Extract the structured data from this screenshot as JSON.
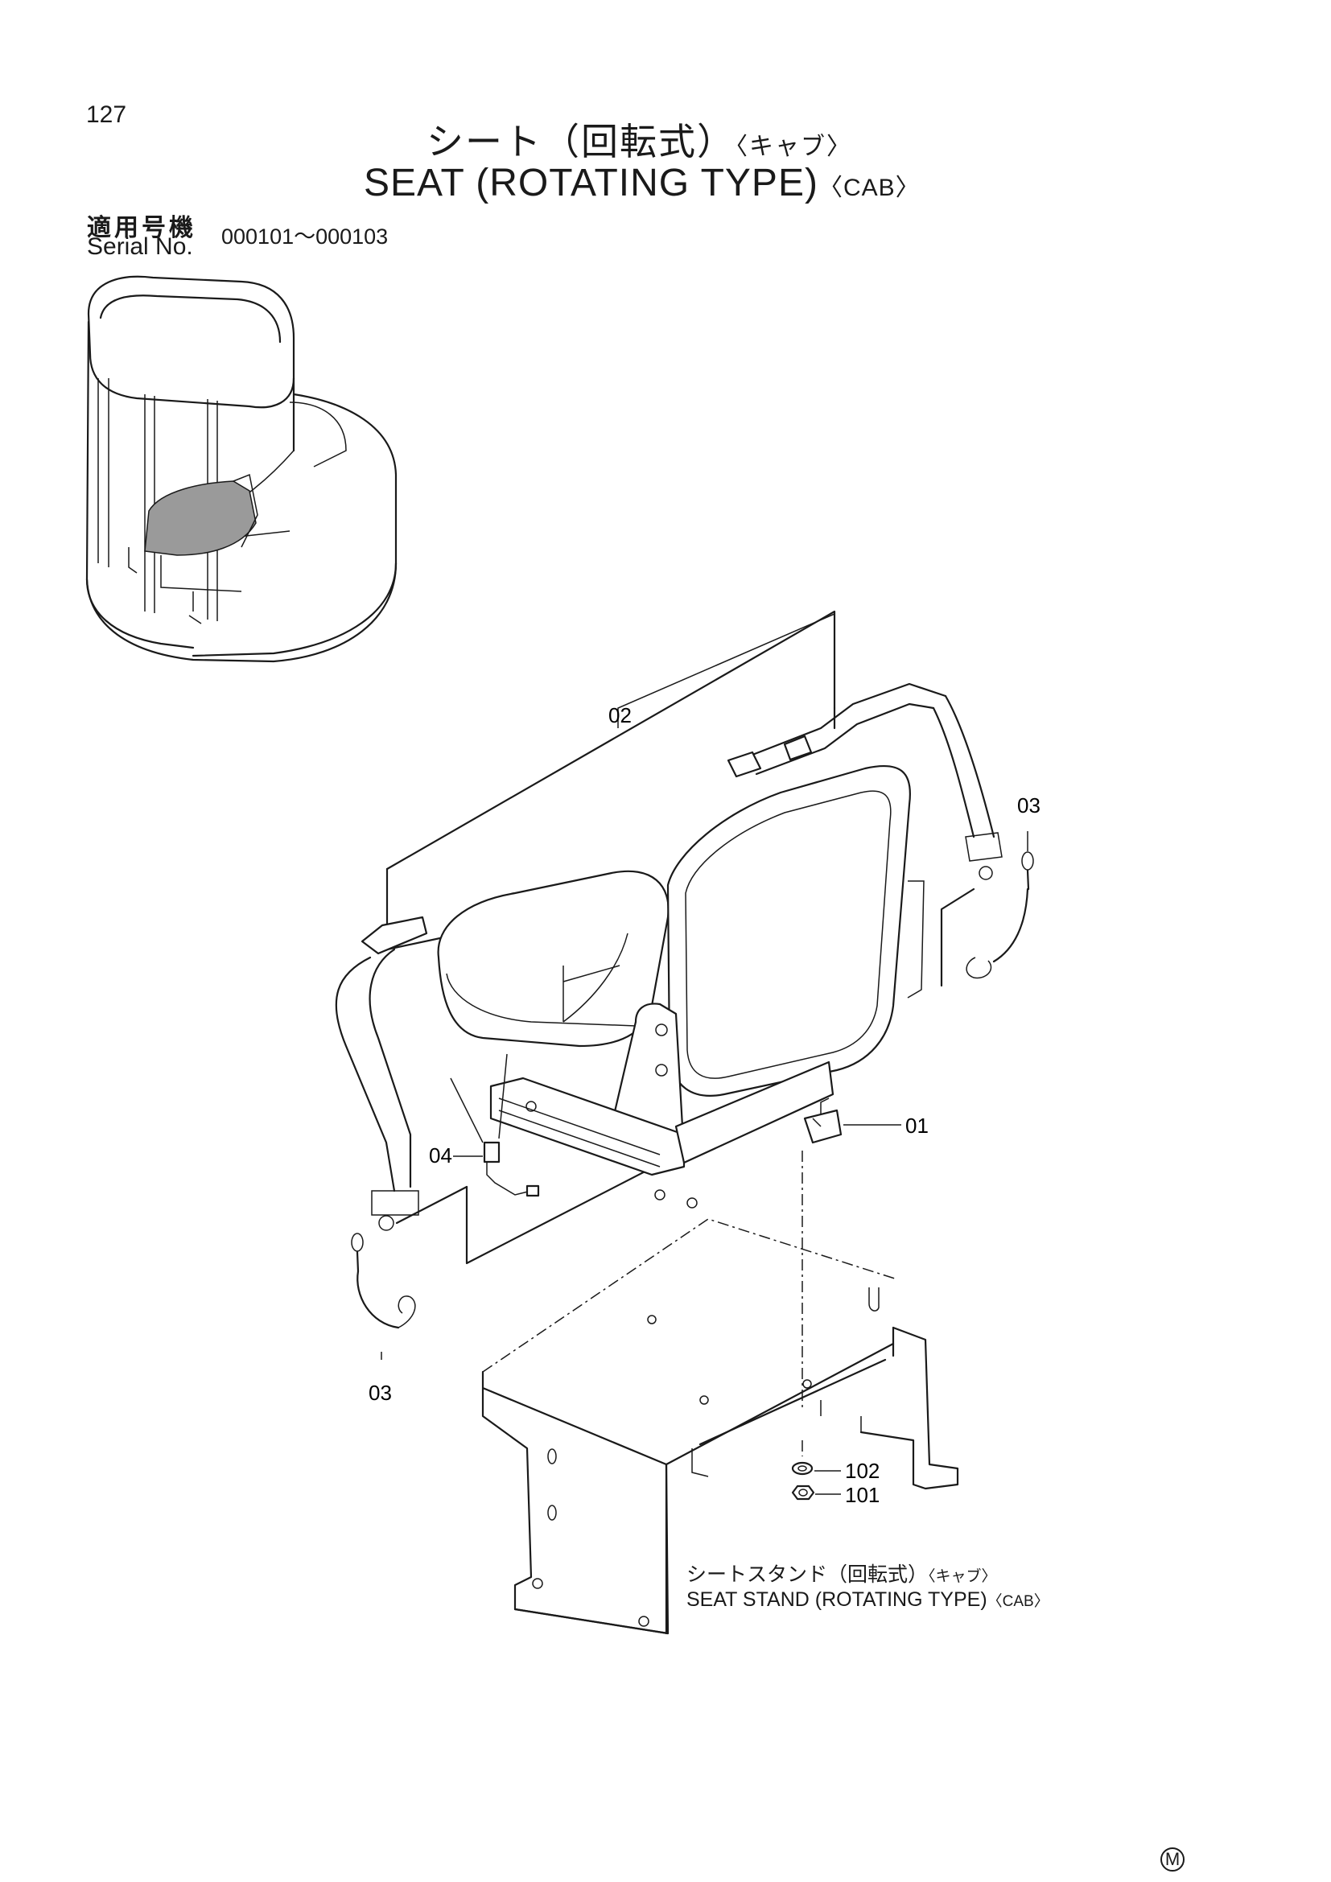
{
  "page_number": "127",
  "title": {
    "jp": "シート（回転式）",
    "jp_sub": "〈キャブ〉",
    "en": "SEAT (ROTATING TYPE)",
    "en_sub": "〈CAB〉"
  },
  "serial": {
    "label_jp": "適用号機",
    "label_en": "Serial No.",
    "range": "000101～000103"
  },
  "callouts": {
    "c01": "01",
    "c02": "02",
    "c03_top": "03",
    "c03_bottom": "03",
    "c04": "04",
    "c101": "101",
    "c102": "102"
  },
  "stand": {
    "jp": "シートスタンド（回転式）",
    "jp_sub": "〈キャブ〉",
    "en": "SEAT STAND (ROTATING TYPE)",
    "en_sub": "〈CAB〉"
  },
  "mark": "M"
}
